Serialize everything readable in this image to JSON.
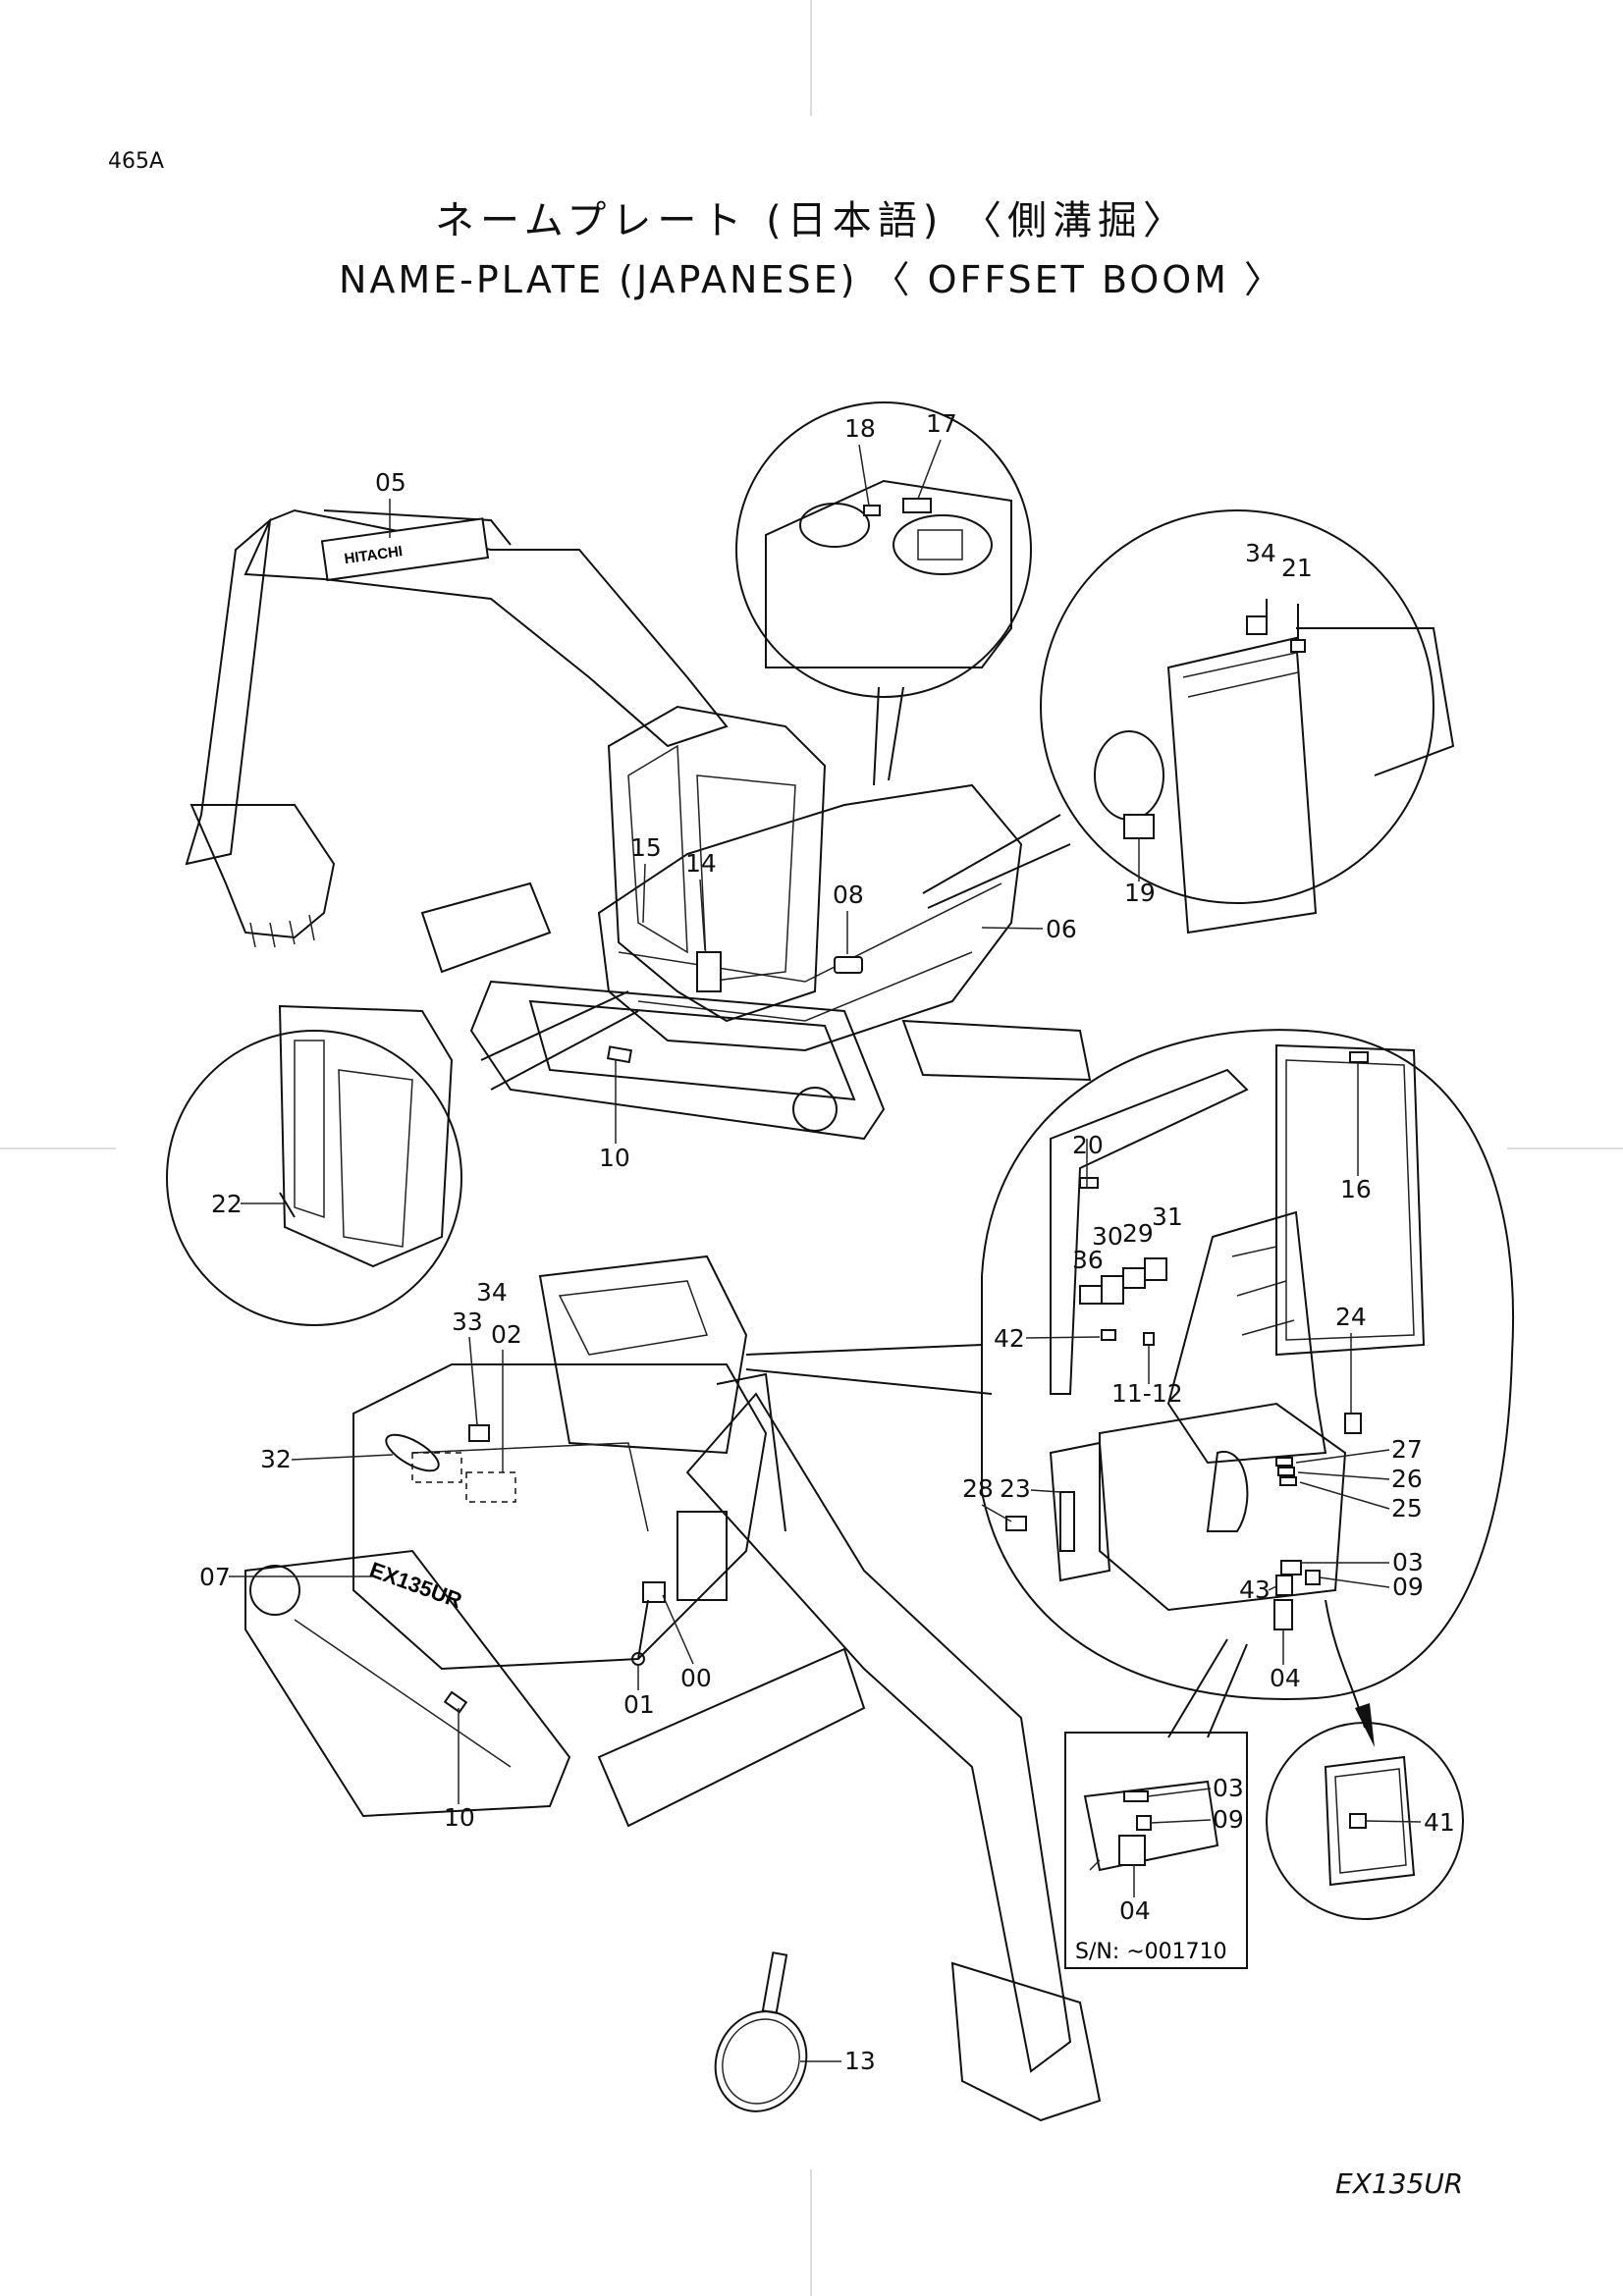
{
  "header": {
    "page_code": "465A",
    "title_jp": "ネームプレート (日本語) 〈側溝掘〉",
    "title_en": "NAME-PLATE (JAPANESE) 〈 OFFSET BOOM 〉"
  },
  "footer": {
    "model": "EX135UR"
  },
  "diagram": {
    "brand_text": "HITACHI",
    "serial_note": "S/N: ~001710",
    "callouts": [
      "05",
      "18",
      "17",
      "34",
      "21",
      "15",
      "14",
      "08",
      "06",
      "19",
      "10",
      "22",
      "20",
      "29",
      "30",
      "31",
      "36",
      "16",
      "42",
      "11-12",
      "24",
      "34",
      "33",
      "02",
      "32",
      "28",
      "23",
      "27",
      "26",
      "25",
      "07",
      "03",
      "43",
      "09",
      "04",
      "01",
      "00",
      "10",
      "03",
      "09",
      "04",
      "41",
      "13"
    ]
  }
}
